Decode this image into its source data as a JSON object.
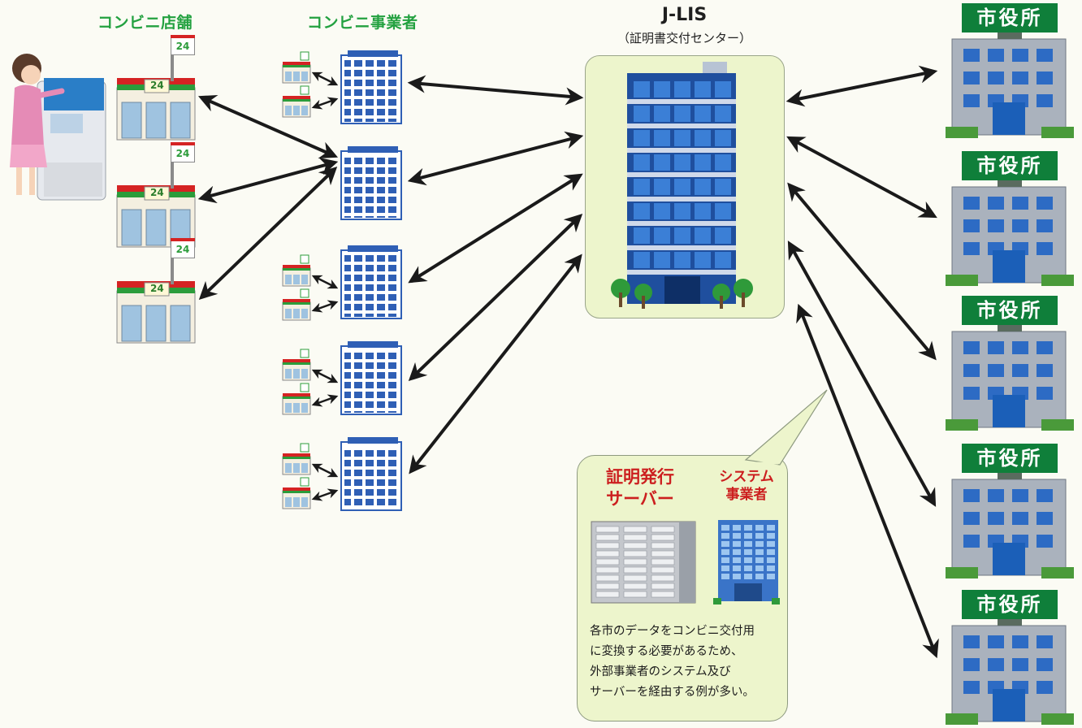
{
  "headers": {
    "stores": "コンビニ店舗",
    "operators": "コンビニ事業者"
  },
  "jlis": {
    "title": "J-LIS",
    "subtitle": "（証明書交付センター）"
  },
  "city_hall": {
    "label": "市役所",
    "count": 5
  },
  "store_sign": {
    "hours": "24"
  },
  "bubble": {
    "server_label_line1": "証明発行",
    "server_label_line2": "サーバー",
    "system_label_line1": "システム",
    "system_label_line2": "事業者",
    "note_line1": "各市のデータをコンビニ交付用",
    "note_line2": "に変換する必要があるため、",
    "note_line3": "外部事業者のシステム及び",
    "note_line4": "サーバーを経由する例が多い。"
  },
  "colors": {
    "header_green": "#23a140",
    "accent_red": "#cc1f1f",
    "arrow": "#1a1a1a",
    "building_blue": "#2f5fb5",
    "city_sign_green": "#0f7f3a",
    "panel_fill": "#edf5cc"
  }
}
